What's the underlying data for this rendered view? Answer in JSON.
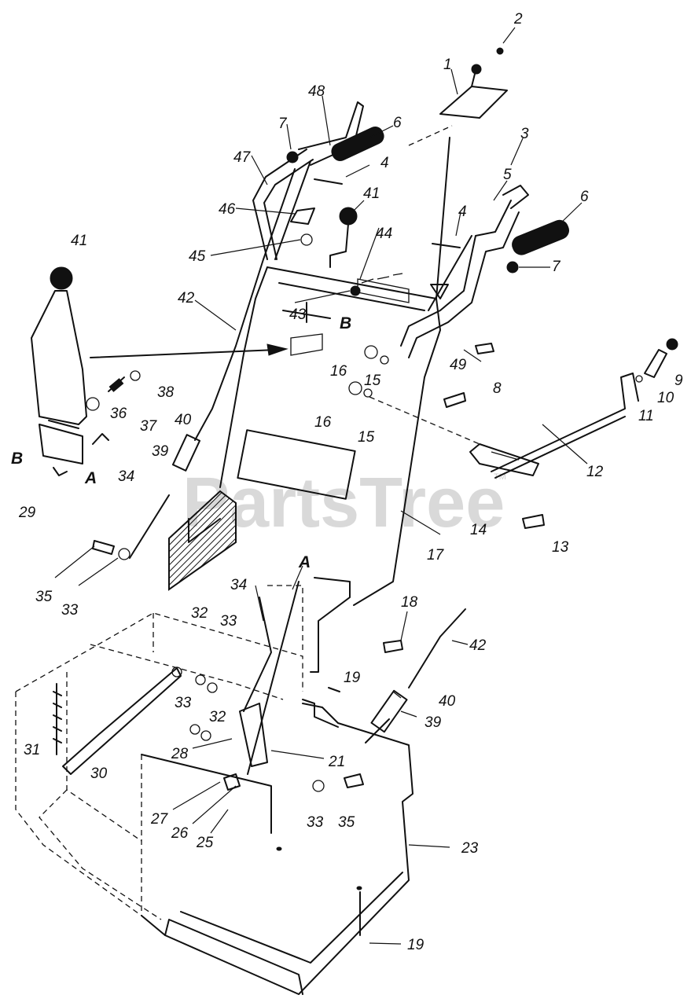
{
  "watermark": {
    "text": "PartsTree",
    "trademark": "TM"
  },
  "callouts": [
    {
      "id": "c1",
      "label": "1"
    },
    {
      "id": "c2",
      "label": "2"
    },
    {
      "id": "c3",
      "label": "3"
    },
    {
      "id": "c4a",
      "label": "4"
    },
    {
      "id": "c4b",
      "label": "4"
    },
    {
      "id": "c5",
      "label": "5"
    },
    {
      "id": "c6a",
      "label": "6"
    },
    {
      "id": "c6b",
      "label": "6"
    },
    {
      "id": "c7a",
      "label": "7"
    },
    {
      "id": "c7b",
      "label": "7"
    },
    {
      "id": "c8",
      "label": "8"
    },
    {
      "id": "c9",
      "label": "9"
    },
    {
      "id": "c10",
      "label": "10"
    },
    {
      "id": "c11",
      "label": "11"
    },
    {
      "id": "c12",
      "label": "12"
    },
    {
      "id": "c13",
      "label": "13"
    },
    {
      "id": "c14",
      "label": "14"
    },
    {
      "id": "c15a",
      "label": "15"
    },
    {
      "id": "c15b",
      "label": "15"
    },
    {
      "id": "c16a",
      "label": "16"
    },
    {
      "id": "c16b",
      "label": "16"
    },
    {
      "id": "c17",
      "label": "17"
    },
    {
      "id": "c18",
      "label": "18"
    },
    {
      "id": "c19a",
      "label": "19"
    },
    {
      "id": "c19b",
      "label": "19"
    },
    {
      "id": "c21",
      "label": "21"
    },
    {
      "id": "c23",
      "label": "23"
    },
    {
      "id": "c25",
      "label": "25"
    },
    {
      "id": "c26",
      "label": "26"
    },
    {
      "id": "c27",
      "label": "27"
    },
    {
      "id": "c28",
      "label": "28"
    },
    {
      "id": "c29",
      "label": "29"
    },
    {
      "id": "c30",
      "label": "30"
    },
    {
      "id": "c31",
      "label": "31"
    },
    {
      "id": "c32a",
      "label": "32"
    },
    {
      "id": "c32b",
      "label": "32"
    },
    {
      "id": "c33a",
      "label": "33"
    },
    {
      "id": "c33b",
      "label": "33"
    },
    {
      "id": "c33c",
      "label": "33"
    },
    {
      "id": "c33d",
      "label": "33"
    },
    {
      "id": "c34a",
      "label": "34"
    },
    {
      "id": "c34b",
      "label": "34"
    },
    {
      "id": "c35a",
      "label": "35"
    },
    {
      "id": "c35b",
      "label": "35"
    },
    {
      "id": "c36",
      "label": "36"
    },
    {
      "id": "c37",
      "label": "37"
    },
    {
      "id": "c38",
      "label": "38"
    },
    {
      "id": "c39a",
      "label": "39"
    },
    {
      "id": "c39b",
      "label": "39"
    },
    {
      "id": "c40a",
      "label": "40"
    },
    {
      "id": "c40b",
      "label": "40"
    },
    {
      "id": "c41a",
      "label": "41"
    },
    {
      "id": "c41b",
      "label": "41"
    },
    {
      "id": "c42a",
      "label": "42"
    },
    {
      "id": "c42b",
      "label": "42"
    },
    {
      "id": "c43",
      "label": "43"
    },
    {
      "id": "c44",
      "label": "44"
    },
    {
      "id": "c45",
      "label": "45"
    },
    {
      "id": "c46",
      "label": "46"
    },
    {
      "id": "c47",
      "label": "47"
    },
    {
      "id": "c48",
      "label": "48"
    },
    {
      "id": "c49",
      "label": "49"
    }
  ],
  "reference_letters": [
    {
      "id": "A1",
      "label": "A"
    },
    {
      "id": "A2",
      "label": "A"
    },
    {
      "id": "B1",
      "label": "B"
    },
    {
      "id": "B2",
      "label": "B"
    }
  ]
}
